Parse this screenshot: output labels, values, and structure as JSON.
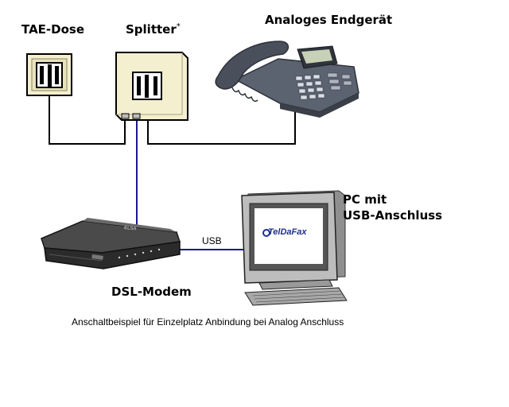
{
  "labels": {
    "tae": "TAE-Dose",
    "splitter": "Splitter",
    "splitter_mark": "*",
    "phone": "Analoges Endgerät",
    "pc_line1": "PC mit",
    "pc_line2": "USB-Anschluss",
    "usb": "USB",
    "modem": "DSL-Modem",
    "brand": "TelDaFax",
    "caption": "Anschaltbeispiel für Einzelplatz Anbindung bei Analog Anschluss"
  },
  "colors": {
    "phone_cable": "#000000",
    "dsl_cable": "#1a1a8c",
    "socket_face": "#f3efcf",
    "brand": "#1d2f8f"
  }
}
